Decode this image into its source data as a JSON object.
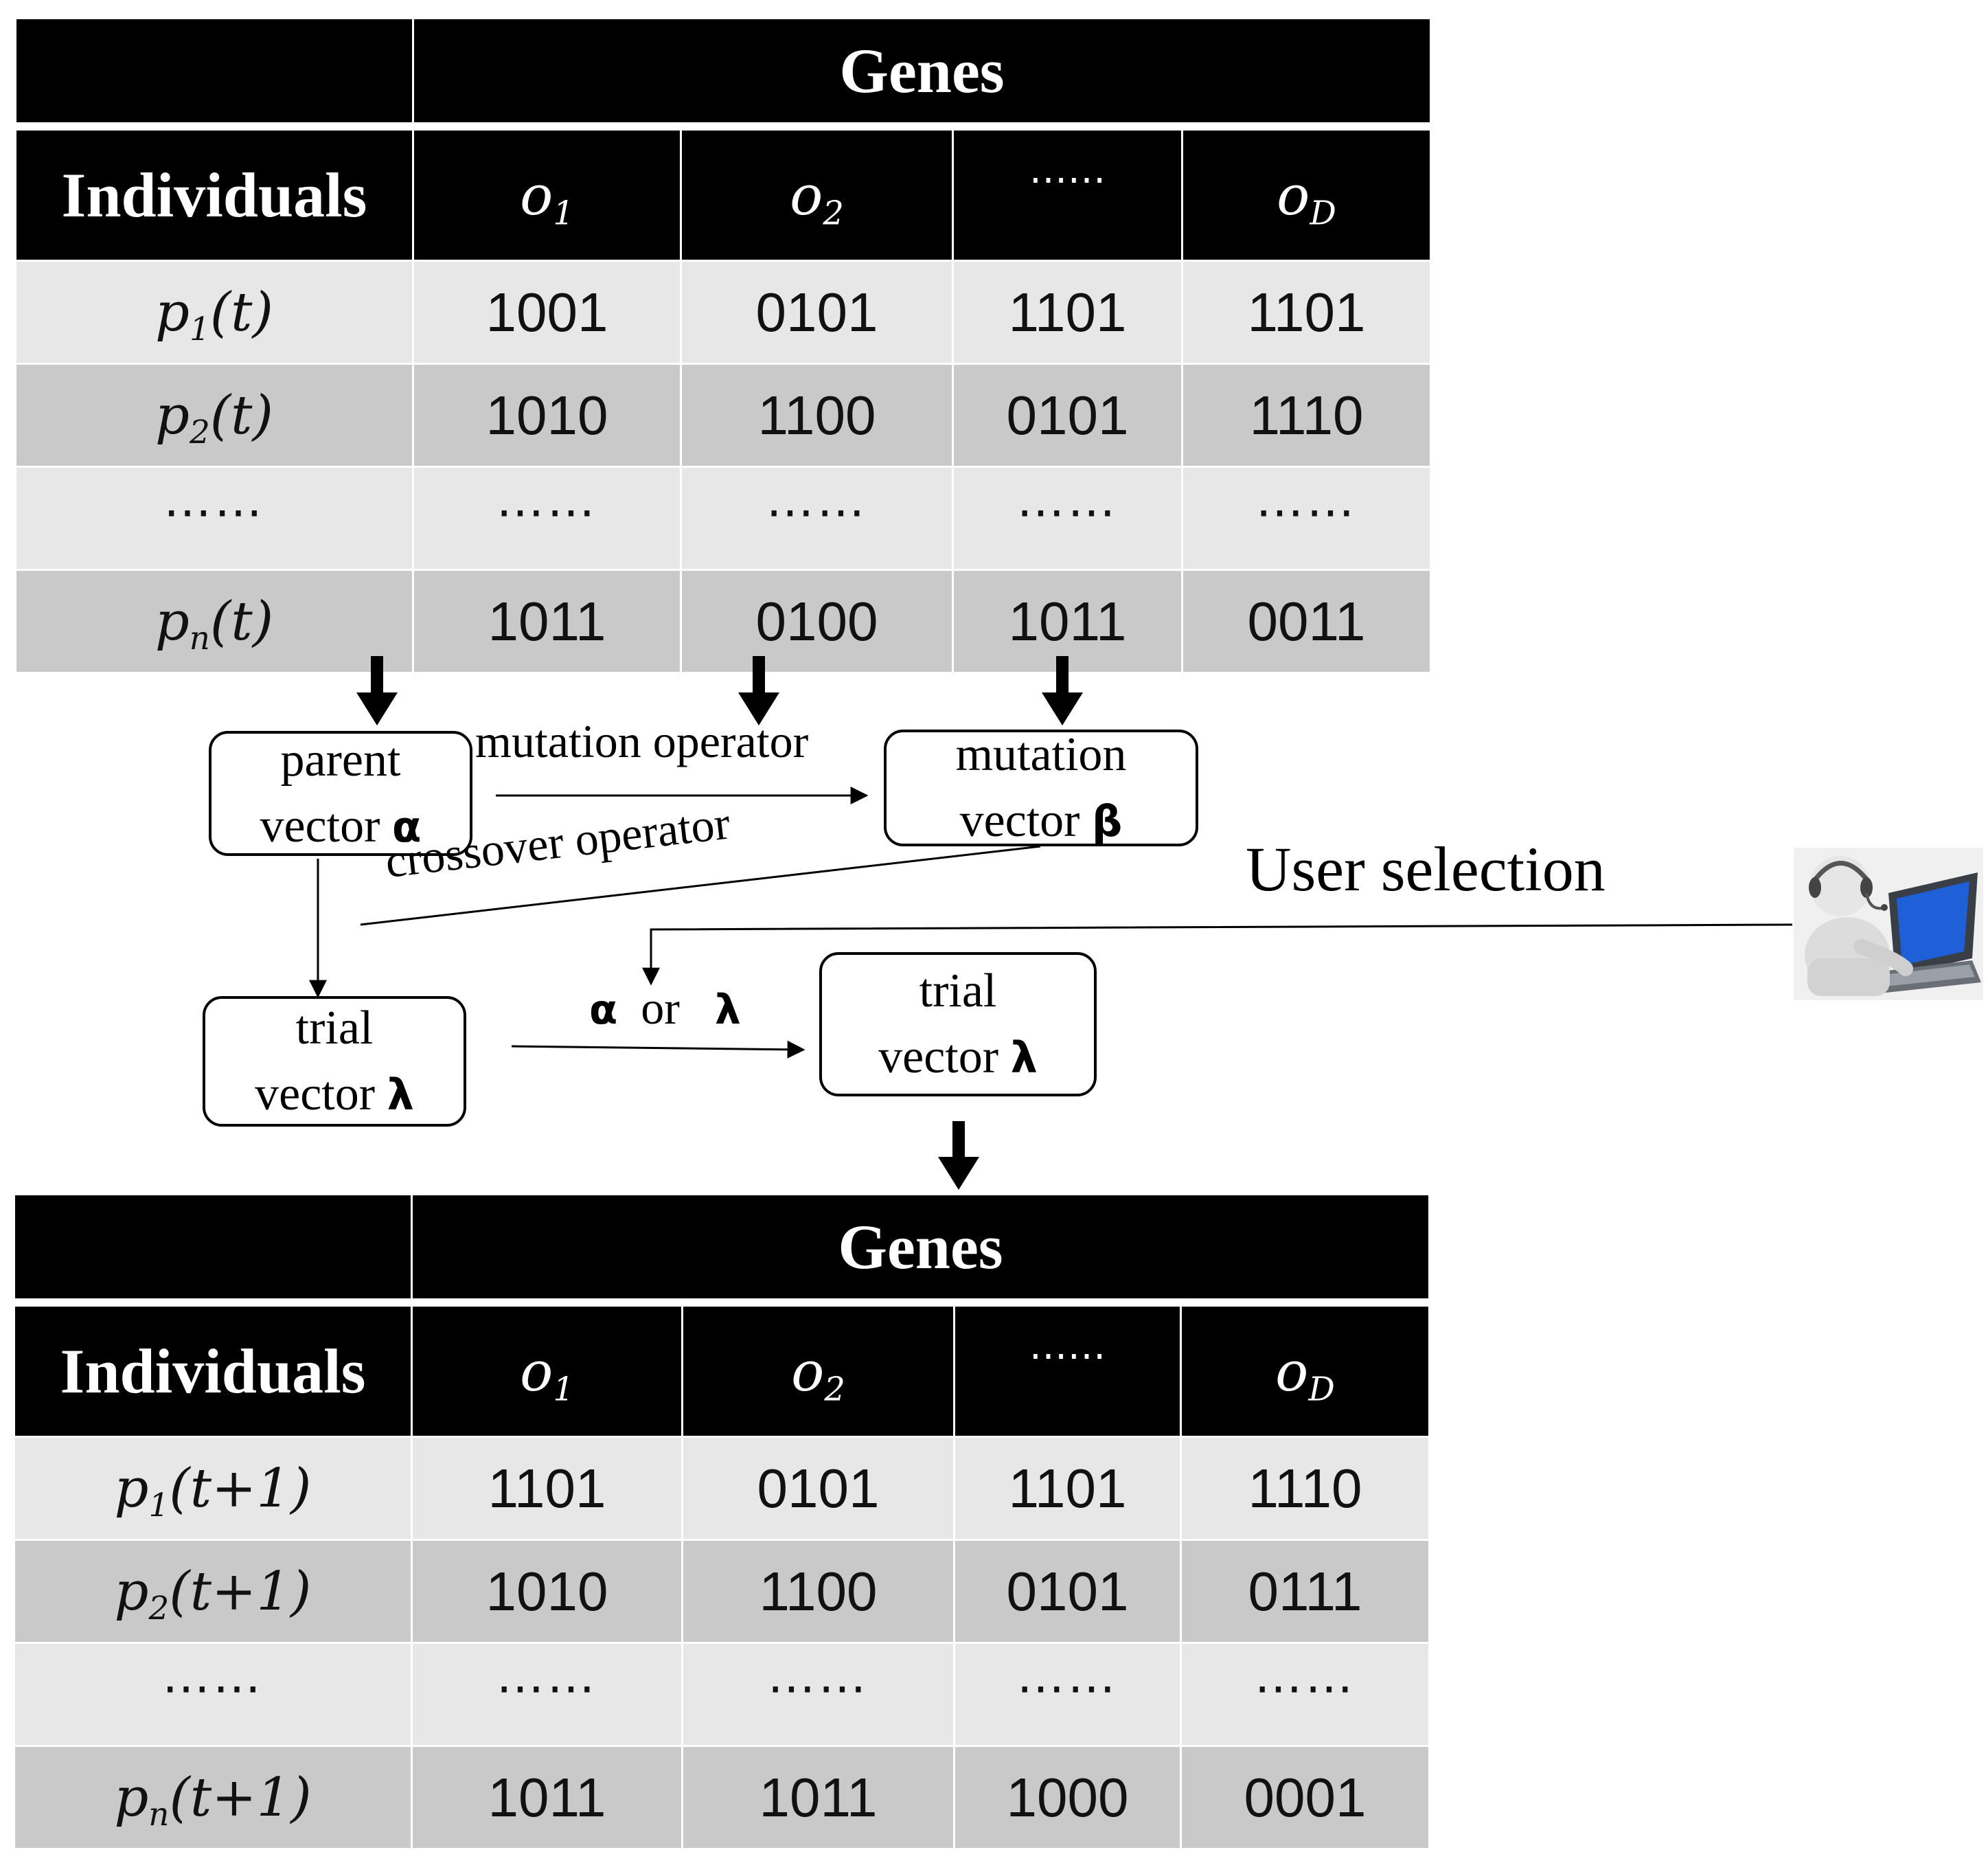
{
  "top_table": {
    "genes_header": "Genes",
    "individuals_header": "Individuals",
    "gene_headers": {
      "g1": "1",
      "g2": "2",
      "gdots": "⋯⋯",
      "gD": "D"
    },
    "rows": [
      {
        "p": "p",
        "sub": "1",
        "arg": "(t)",
        "v": [
          "1001",
          "0101",
          "1101",
          "1101"
        ]
      },
      {
        "p": "p",
        "sub": "2",
        "arg": "(t)",
        "v": [
          "1010",
          "1100",
          "0101",
          "1110"
        ]
      },
      {
        "dots": "⋯⋯"
      },
      {
        "p": "p",
        "sub": "n",
        "arg": "(t)",
        "v": [
          "1011",
          "0100",
          "1011",
          "0011"
        ]
      }
    ]
  },
  "bottom_table": {
    "genes_header": "Genes",
    "individuals_header": "Individuals",
    "gene_headers": {
      "g1": "1",
      "g2": "2",
      "gdots": "⋯⋯",
      "gD": "D"
    },
    "rows": [
      {
        "p": "p",
        "sub": "1",
        "arg": "(t+1)",
        "v": [
          "1101",
          "0101",
          "1101",
          "1110"
        ]
      },
      {
        "p": "p",
        "sub": "2",
        "arg": "(t+1)",
        "v": [
          "1010",
          "1100",
          "0101",
          "0111"
        ]
      },
      {
        "dots": "⋯⋯"
      },
      {
        "p": "p",
        "sub": "n",
        "arg": "(t+1)",
        "v": [
          "1011",
          "1011",
          "1000",
          "0001"
        ]
      }
    ]
  },
  "flow": {
    "parent_box": {
      "line1": "parent",
      "line2": "vector",
      "symbol": "α"
    },
    "mutation_box": {
      "line1": "mutation",
      "line2": "vector",
      "symbol": "β"
    },
    "trial_box_left": {
      "line1": "trial",
      "line2": "vector",
      "symbol": "λ"
    },
    "trial_box_right": {
      "line1": "trial",
      "line2": "vector",
      "symbol": "λ"
    },
    "mutation_operator_label": "mutation operator",
    "crossover_operator_label": "crossover operator",
    "choice_alpha": "α",
    "choice_or": "or",
    "choice_lambda": "λ",
    "user_selection_label": "User selection",
    "user_icon": "user-with-headset-at-laptop-icon"
  }
}
